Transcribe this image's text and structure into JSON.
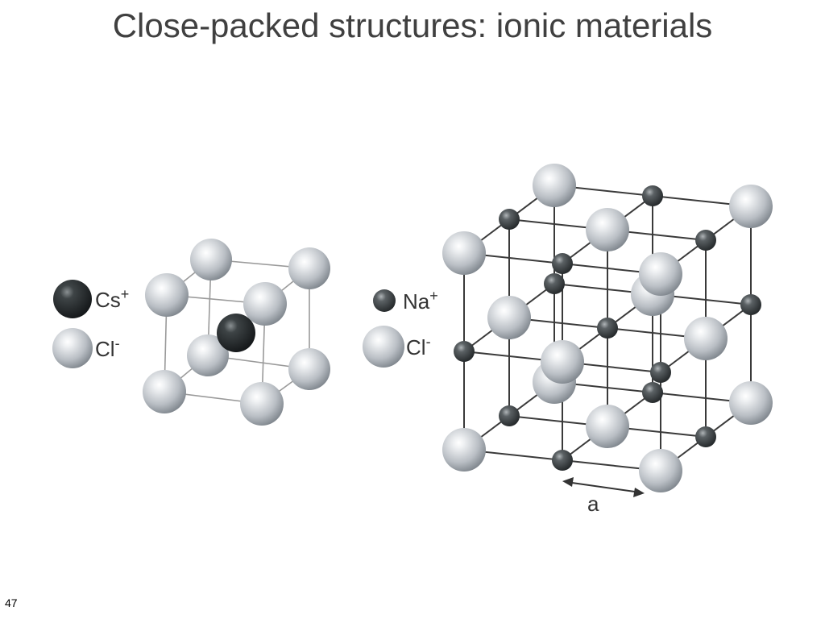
{
  "slide": {
    "title": "Close-packed structures: ionic materials",
    "page_number": "47"
  },
  "cscl_legend": {
    "cation": {
      "symbol": "Cs",
      "charge": "+"
    },
    "anion": {
      "symbol": "Cl",
      "charge": "-"
    }
  },
  "nacl_legend": {
    "cation": {
      "symbol": "Na",
      "charge": "+"
    },
    "anion": {
      "symbol": "Cl",
      "charge": "-"
    }
  },
  "lattice_parameter_label": "a",
  "colors": {
    "anion": "#c9cdd2",
    "cs_cation": "#2e3234",
    "na_cation": "#4f5456",
    "bond_line": "#3a3a3a",
    "title_text": "#404040"
  }
}
